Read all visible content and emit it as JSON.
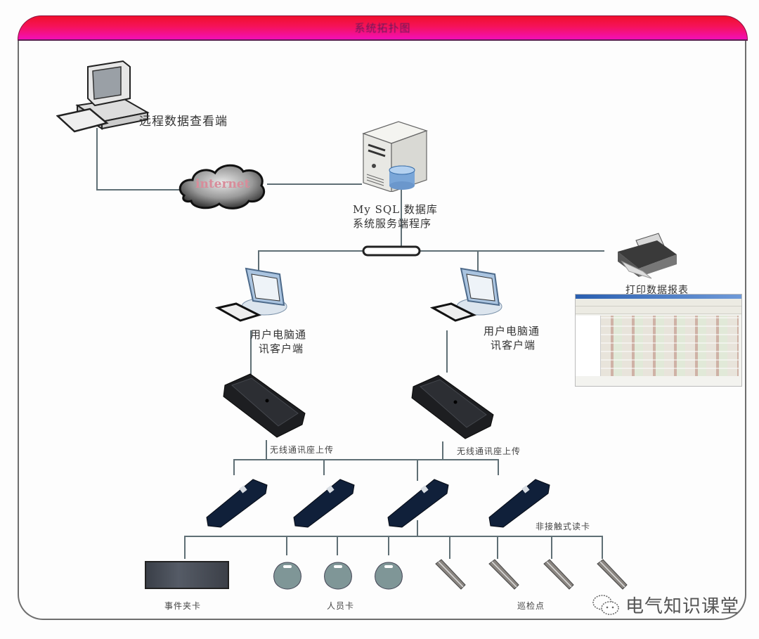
{
  "title": "系统拓扑图",
  "nodes": {
    "remote_viewer": {
      "label": "远程数据查看端",
      "icon": "desktop-computer-icon"
    },
    "internet": {
      "label": "internet",
      "icon": "cloud-icon"
    },
    "server": {
      "label_line1": "My SQL 数据库",
      "label_line2": "系统服务端程序",
      "icon": "server-database-icon"
    },
    "hub": {
      "icon": "network-hub-icon"
    },
    "printer": {
      "label": "打印数据报表",
      "icon": "printer-icon"
    },
    "clients": [
      {
        "label_line1": "用户电脑通",
        "label_line2": "讯客户端",
        "icon": "monitor-icon"
      },
      {
        "label_line1": "用户电脑通",
        "label_line2": "讯客户端",
        "icon": "monitor-icon"
      }
    ],
    "docks": [
      {
        "label": "无线通讯座上传",
        "icon": "communication-dock-icon"
      },
      {
        "label": "无线通讯座上传",
        "icon": "communication-dock-icon"
      }
    ],
    "readers": {
      "count": 4,
      "label": "非接触式读卡",
      "icon": "patrol-wand-icon"
    },
    "event_card": {
      "label": "事件夹卡",
      "icon": "event-card-icon"
    },
    "person_cards": {
      "count": 3,
      "label": "人员卡",
      "icon": "keyfob-tag-icon"
    },
    "checkpoints": {
      "count": 4,
      "label": "巡检点",
      "icon": "checkpoint-button-icon"
    }
  },
  "watermark": {
    "text": "电气知识课堂",
    "icon": "wechat-icon"
  },
  "colors": {
    "header_top": "#f0102c",
    "header_bottom": "#f20fb8",
    "line": "#5f6f75",
    "frame": "#6e6e6e"
  }
}
